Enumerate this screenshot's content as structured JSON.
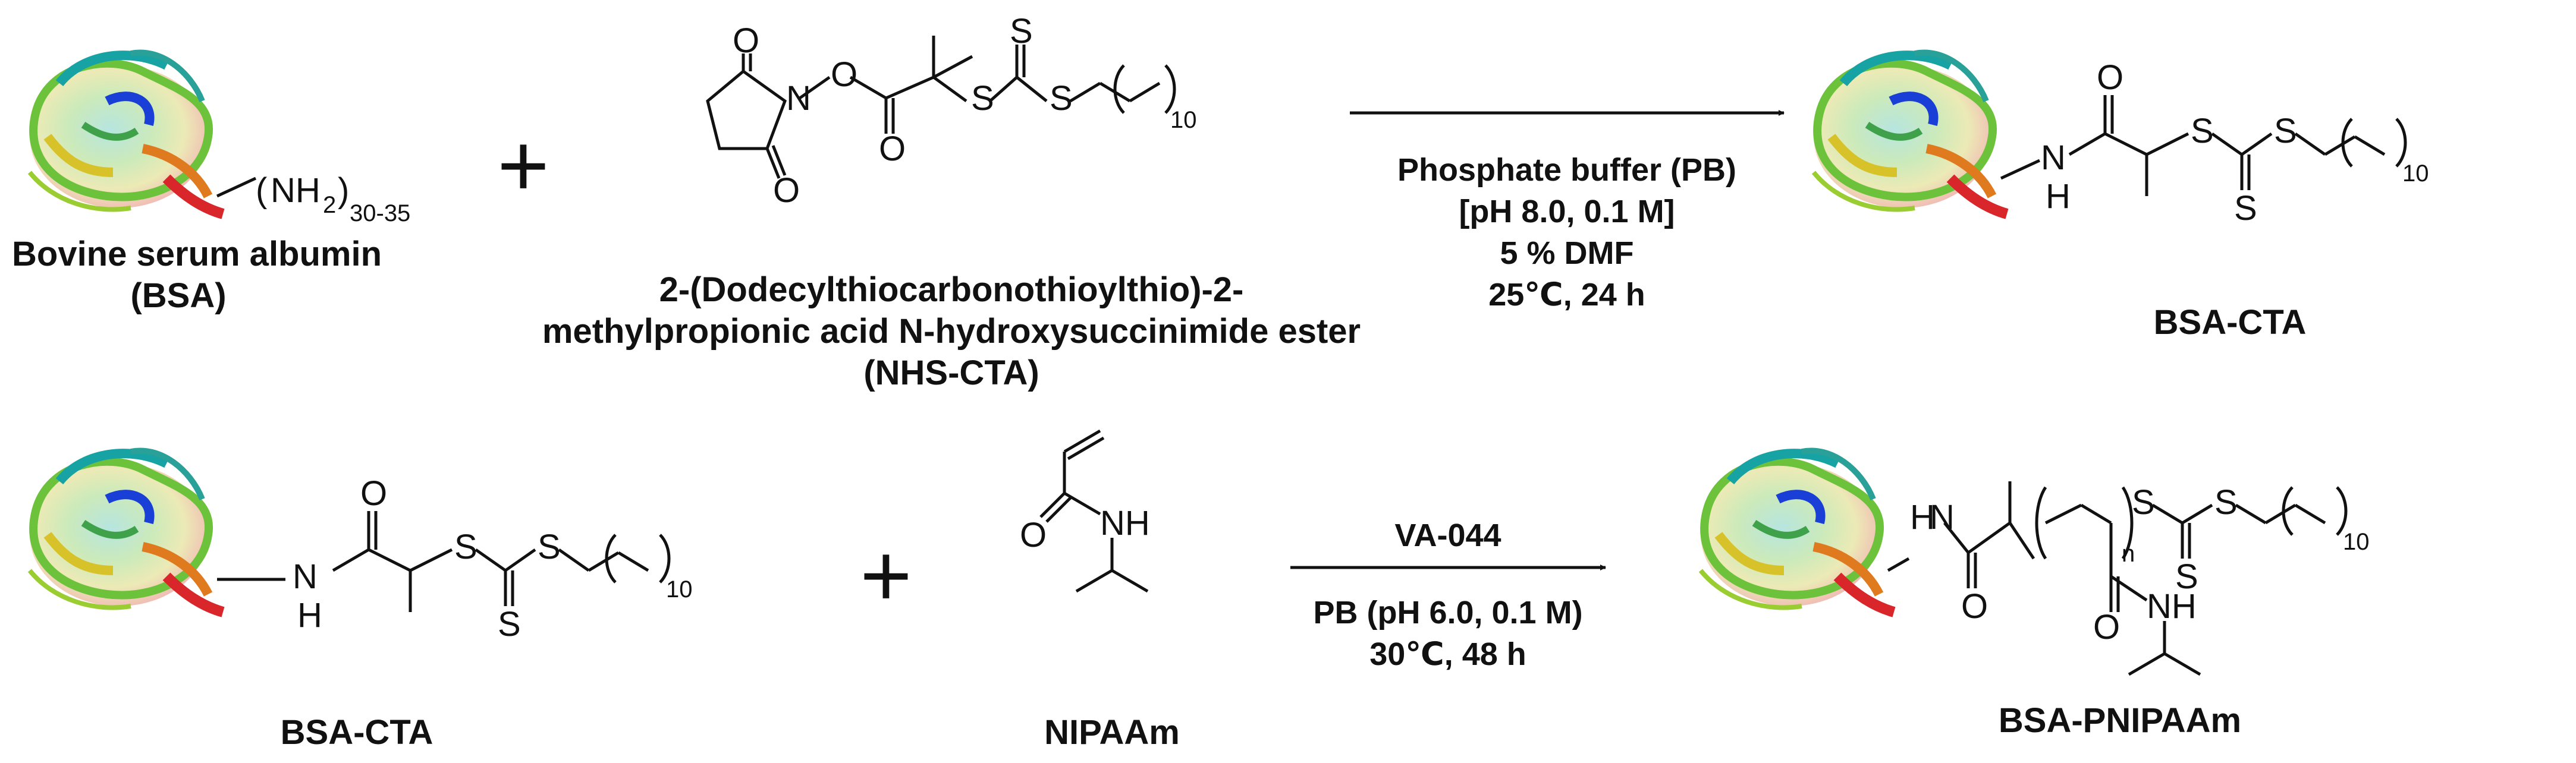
{
  "reaction1": {
    "reactant1_name_line1": "Bovine serum albumin",
    "reactant1_name_line2": "(BSA)",
    "amine_group": "NH",
    "amine_sub": "2",
    "amine_count": "30-35",
    "reactant2_name_line1": "2-(Dodecylthiocarbonothioylthio)-2-",
    "reactant2_name_line2": "methylpropionic acid N-hydroxysuccinimide ester",
    "reactant2_name_line3": "(NHS-CTA)",
    "conditions": [
      "Phosphate buffer (PB)",
      "[pH 8.0, 0.1 M]",
      "5 % DMF",
      "25℃, 24 h"
    ],
    "product_name": "BSA-CTA"
  },
  "reaction2": {
    "reactant1_name": "BSA-CTA",
    "reactant2_name": "NIPAAm",
    "reagent": "VA-044",
    "conditions": [
      "PB (pH 6.0, 0.1 M)",
      "30℃, 48 h"
    ],
    "product_name": "BSA-PNIPAAm",
    "repeat_sub": "n"
  },
  "atoms": {
    "O": "O",
    "N": "N",
    "S": "S",
    "H": "H",
    "NH": "NH",
    "chain_repeat": "10"
  },
  "plus_sign": "+",
  "colors": {
    "ink": "#111111",
    "protein_blue": "#1a3fd6",
    "protein_teal": "#17a3a3",
    "protein_green": "#6cc23a",
    "protein_yellow": "#d8c22a",
    "protein_orange": "#e07a1f",
    "protein_red": "#d8262a"
  }
}
